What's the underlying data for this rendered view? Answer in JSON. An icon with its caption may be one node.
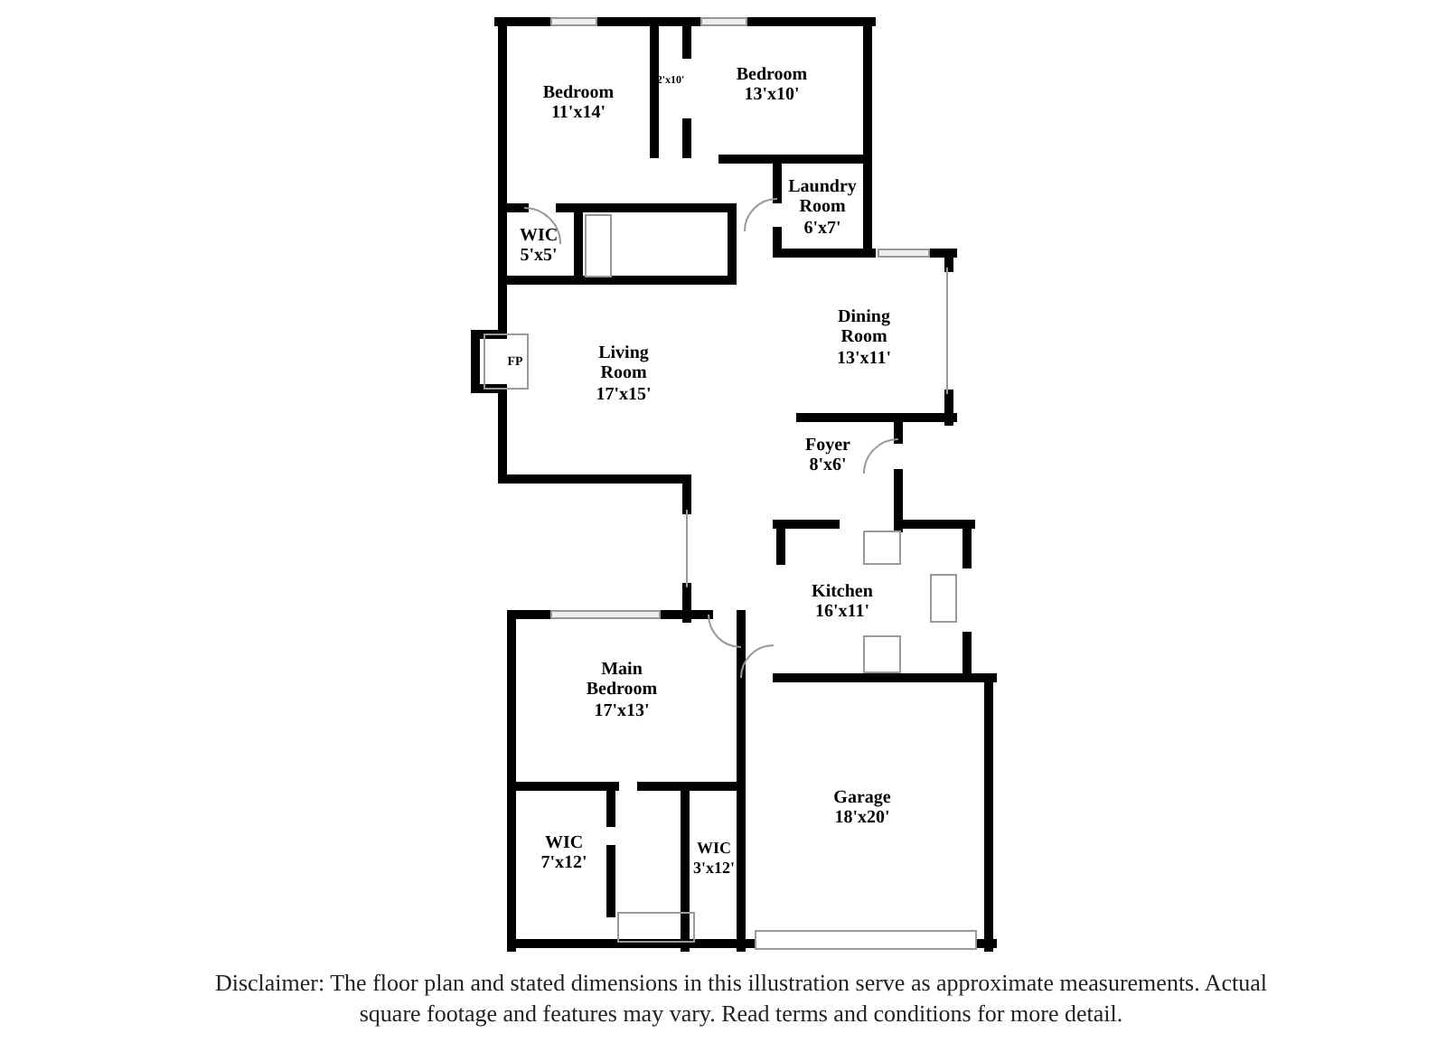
{
  "diagram": {
    "caption": "Disclaimer: The floor plan and stated dimensions in this illustration serve as approximate measurements. Actual square footage and features may vary. Read terms and conditions for more detail.",
    "labels": [
      "Bedroom",
      "11'x14'",
      "2'x10'",
      "Bedroom",
      "13'x10'",
      "Laundry Room",
      "6'x7'",
      "WIC",
      "5'x5'",
      "FP",
      "Living Room",
      "17'x15'",
      "Dining Room",
      "13'x11'",
      "Foyer",
      "8'x6'",
      "Kitchen",
      "16'x11'",
      "Main Bedroom",
      "17'x13'",
      "WIC",
      "7'x12'",
      "WIC",
      "3'x12'",
      "Garage",
      "18'x20'"
    ]
  }
}
